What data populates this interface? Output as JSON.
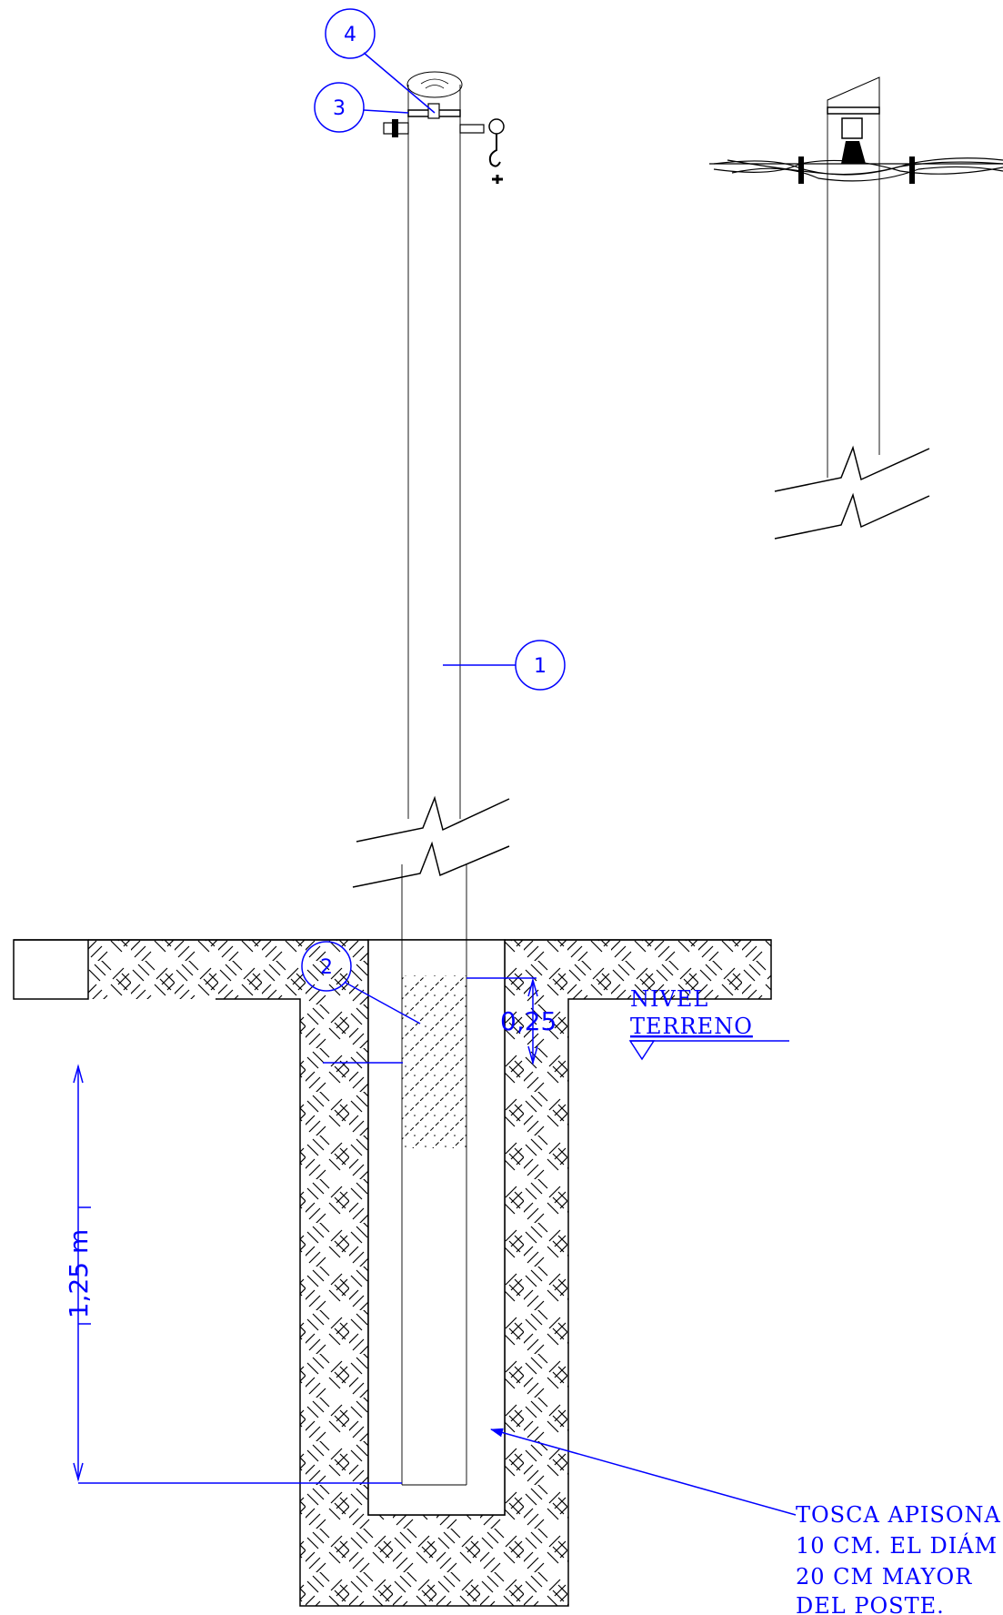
{
  "callouts": {
    "c1": "1",
    "c2": "2",
    "c3": "3",
    "c4": "4"
  },
  "dimensions": {
    "above_ground": "0,25",
    "depth": "1,25 m"
  },
  "ground_label": {
    "line1": "NIVEL",
    "line2": "TERRENO"
  },
  "note": {
    "line1": "TOSCA APISONA",
    "line2": "10 CM. EL DIÁM",
    "line3": "20 CM MAYOR",
    "line4": "DEL POSTE."
  },
  "colors": {
    "annotation": "#0000ff",
    "linework": "#000000"
  }
}
